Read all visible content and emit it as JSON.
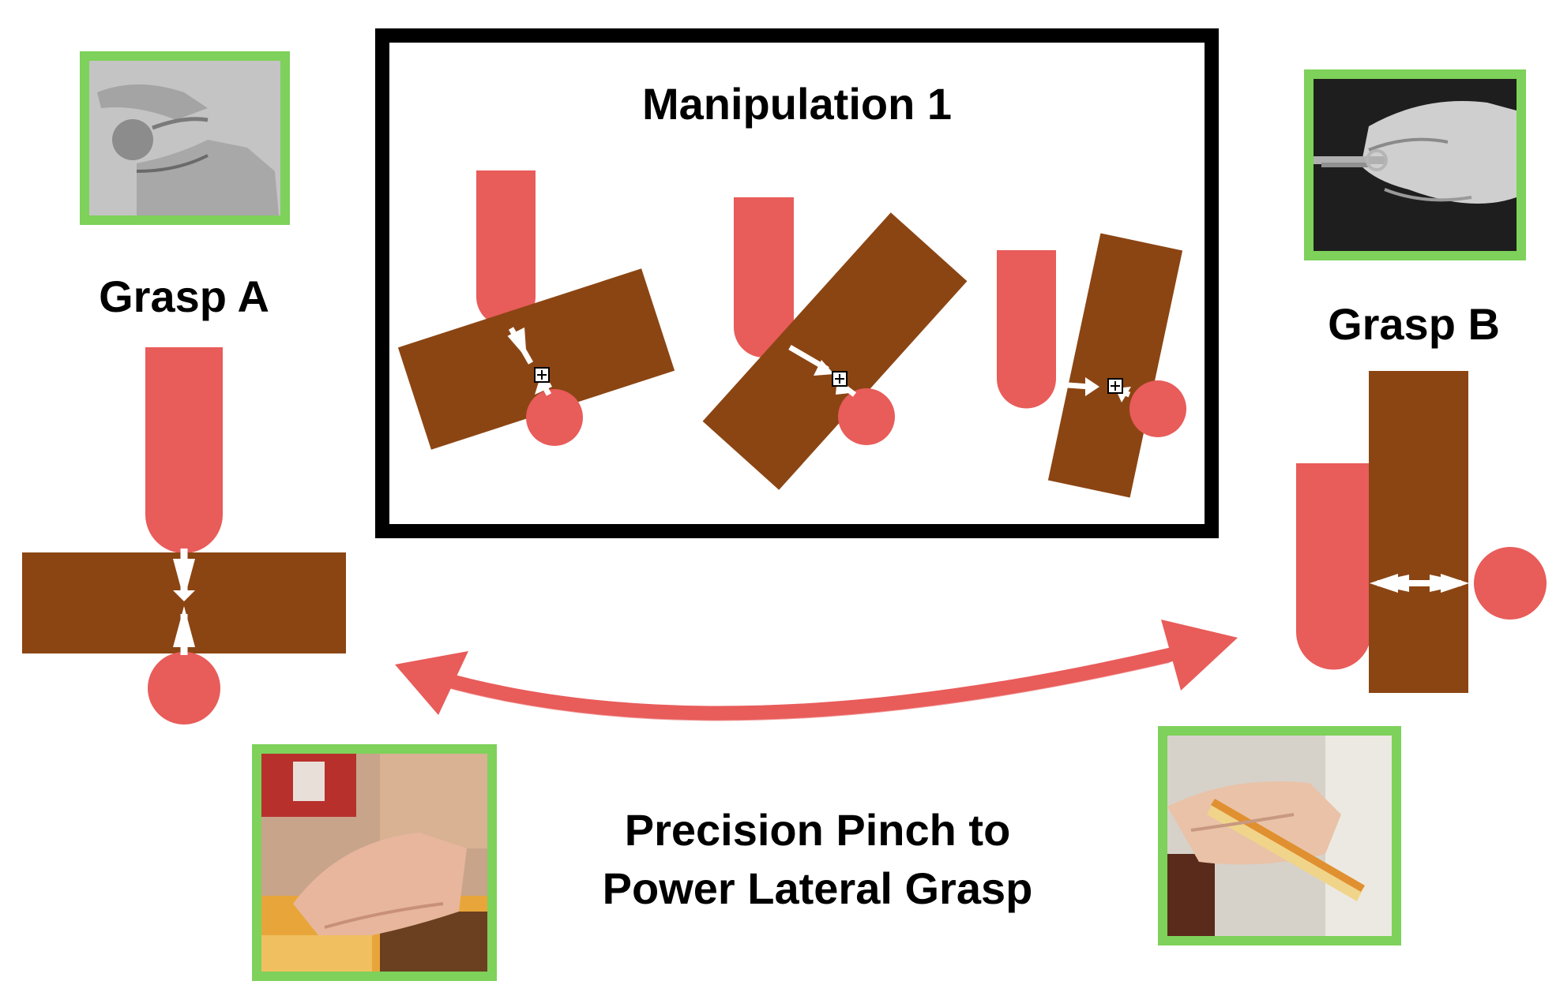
{
  "manipulation": {
    "title": "Manipulation 1"
  },
  "grasp_a": {
    "label": "Grasp A"
  },
  "grasp_b": {
    "label": "Grasp B"
  },
  "transition": {
    "line1": "Precision Pinch to",
    "line2": "Power Lateral Grasp"
  },
  "colors": {
    "finger": "#e85c5a",
    "object": "#8b4513",
    "photo_border": "#7ed15a",
    "frame": "#000000",
    "arrow": "#ffffff"
  },
  "icons": {
    "photo_top_left": "hand-pinching-coin-photo",
    "photo_top_right": "hand-holding-key-photo",
    "photo_bottom_left": "hand-pinching-bar-photo",
    "photo_bottom_right": "hand-holding-bar-photo",
    "transition_arrow": "double-headed-arrow",
    "center_of_mass": "center-of-mass-icon"
  }
}
